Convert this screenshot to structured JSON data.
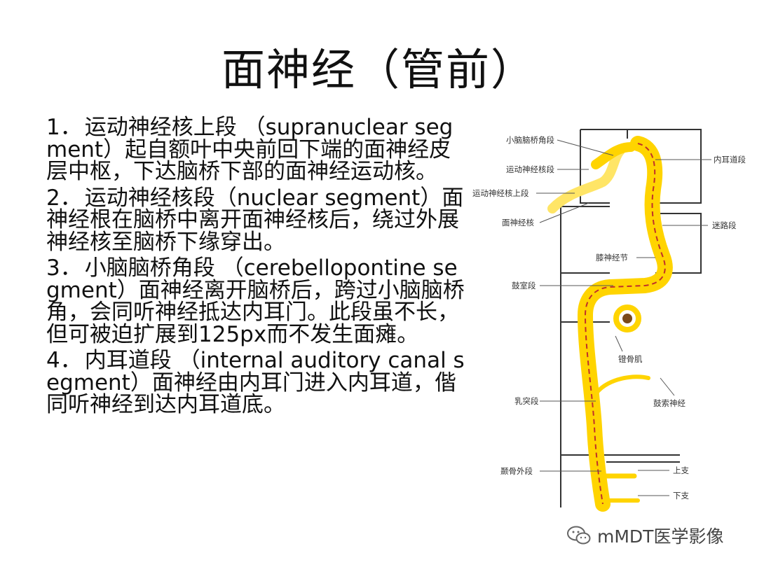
{
  "slide": {
    "title": "面神经（管前）",
    "paragraphs": [
      {
        "num": "1．",
        "text": "运动神经核上段 （supranuclear segment）起自额叶中央前回下端的面神经皮层中枢，下达脑桥下部的面神经运动核。"
      },
      {
        "num": "2．",
        "text": "运动神经核段（nuclear segment）面神经根在脑桥中离开面神经核后，绕过外展神经核至脑桥下缘穿出。"
      },
      {
        "num": "3．",
        "text": "小脑脑桥角段 （cerebellopontine segment）面神经离开脑桥后，跨过小脑脑桥角，会同听神经抵达内耳门。此段虽不长，但可被迫扩展到125px而不发生面瘫。"
      },
      {
        "num": "4．",
        "text": "内耳道段 （internal auditory canal segment）面神经由内耳门进入内耳道，偕同听神经到达内耳道底。"
      }
    ]
  },
  "diagram": {
    "labels": {
      "cerebellopontine": "小脑脑桥角段",
      "nuclear": "运动神经核段",
      "supranuclear": "运动神经核上段",
      "facial_nucleus": "面神经核",
      "internal_canal": "内耳道段",
      "labyrinthine": "迷路段",
      "geniculate": "膝神经节",
      "tympanic": "鼓室段",
      "stapedius": "镫骨肌",
      "mastoid": "乳突段",
      "chorda_tympani": "鼓索神经",
      "extratemporal": "颞骨外段",
      "upper_branch": "上支",
      "lower_branch": "下支"
    },
    "colors": {
      "nerve": "#ffd400",
      "nerve_light": "#ffe566",
      "dashed": "#c0302a",
      "frame": "#333333"
    }
  },
  "watermark": {
    "text": "mMDT医学影像"
  }
}
